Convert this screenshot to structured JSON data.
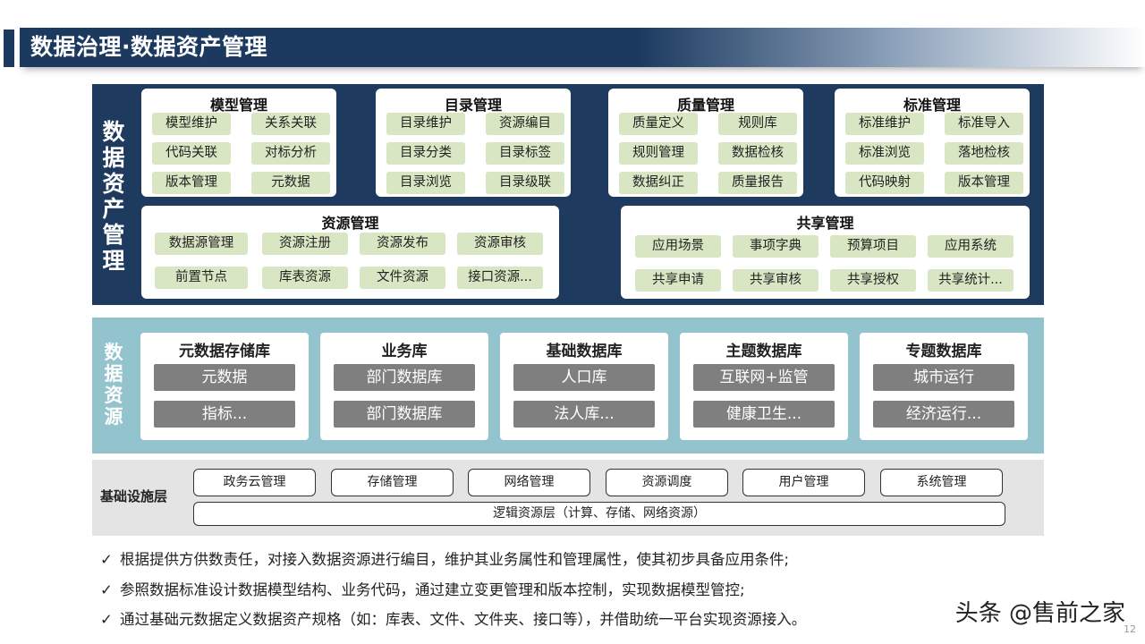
{
  "header": {
    "title": "数据治理·数据资产管理"
  },
  "asset": {
    "label": [
      "数",
      "据",
      "资",
      "产",
      "管",
      "理"
    ],
    "modules": [
      {
        "title": "模型管理",
        "items": [
          "模型维护",
          "关系关联",
          "代码关联",
          "对标分析",
          "版本管理",
          "元数据"
        ]
      },
      {
        "title": "目录管理",
        "items": [
          "目录维护",
          "资源编目",
          "目录分类",
          "目录标签",
          "目录浏览",
          "目录级联"
        ]
      },
      {
        "title": "质量管理",
        "items": [
          "质量定义",
          "规则库",
          "规则管理",
          "数据检核",
          "数据纠正",
          "质量报告"
        ]
      },
      {
        "title": "标准管理",
        "items": [
          "标准维护",
          "标准导入",
          "标准浏览",
          "落地检核",
          "代码映射",
          "版本管理"
        ]
      },
      {
        "title": "资源管理",
        "items": [
          "数据源管理",
          "资源注册",
          "资源发布",
          "资源审核",
          "前置节点",
          "库表资源",
          "文件资源",
          "接口资源..."
        ]
      },
      {
        "title": "共享管理",
        "items": [
          "应用场景",
          "事项字典",
          "预算项目",
          "应用系统",
          "共享申请",
          "共享审核",
          "共享授权",
          "共享统计..."
        ]
      }
    ]
  },
  "resources": {
    "label": [
      "数",
      "据",
      "资",
      "源"
    ],
    "boxes": [
      {
        "title": "元数据存储库",
        "items": [
          "元数据",
          "指标..."
        ]
      },
      {
        "title": "业务库",
        "items": [
          "部门数据库",
          "部门数据库"
        ]
      },
      {
        "title": "基础数据库",
        "items": [
          "人口库",
          "法人库..."
        ]
      },
      {
        "title": "主题数据库",
        "items": [
          "互联网+监管",
          "健康卫生..."
        ]
      },
      {
        "title": "专题数据库",
        "items": [
          "城市运行",
          "经济运行..."
        ]
      }
    ]
  },
  "infra": {
    "label": "基础设施层",
    "items": [
      "政务云管理",
      "存储管理",
      "网络管理",
      "资源调度",
      "用户管理",
      "系统管理"
    ],
    "logical": "逻辑资源层（计算、存储、网络资源）"
  },
  "bullets": {
    "check": "✓",
    "lines": [
      "根据提供方供数责任，对接入数据资源进行编目，维护其业务属性和管理属性，使其初步具备应用条件;",
      "参照数据标准设计数据模型结构、业务代码，通过建立变更管理和版本控制，实现数据模型管控;",
      "通过基础元数据定义数据资产规格（如：库表、文件、文件夹、接口等），并借助统一平台实现资源接入。"
    ]
  },
  "footer": {
    "source": "头条 @售前之家",
    "page": "12"
  }
}
